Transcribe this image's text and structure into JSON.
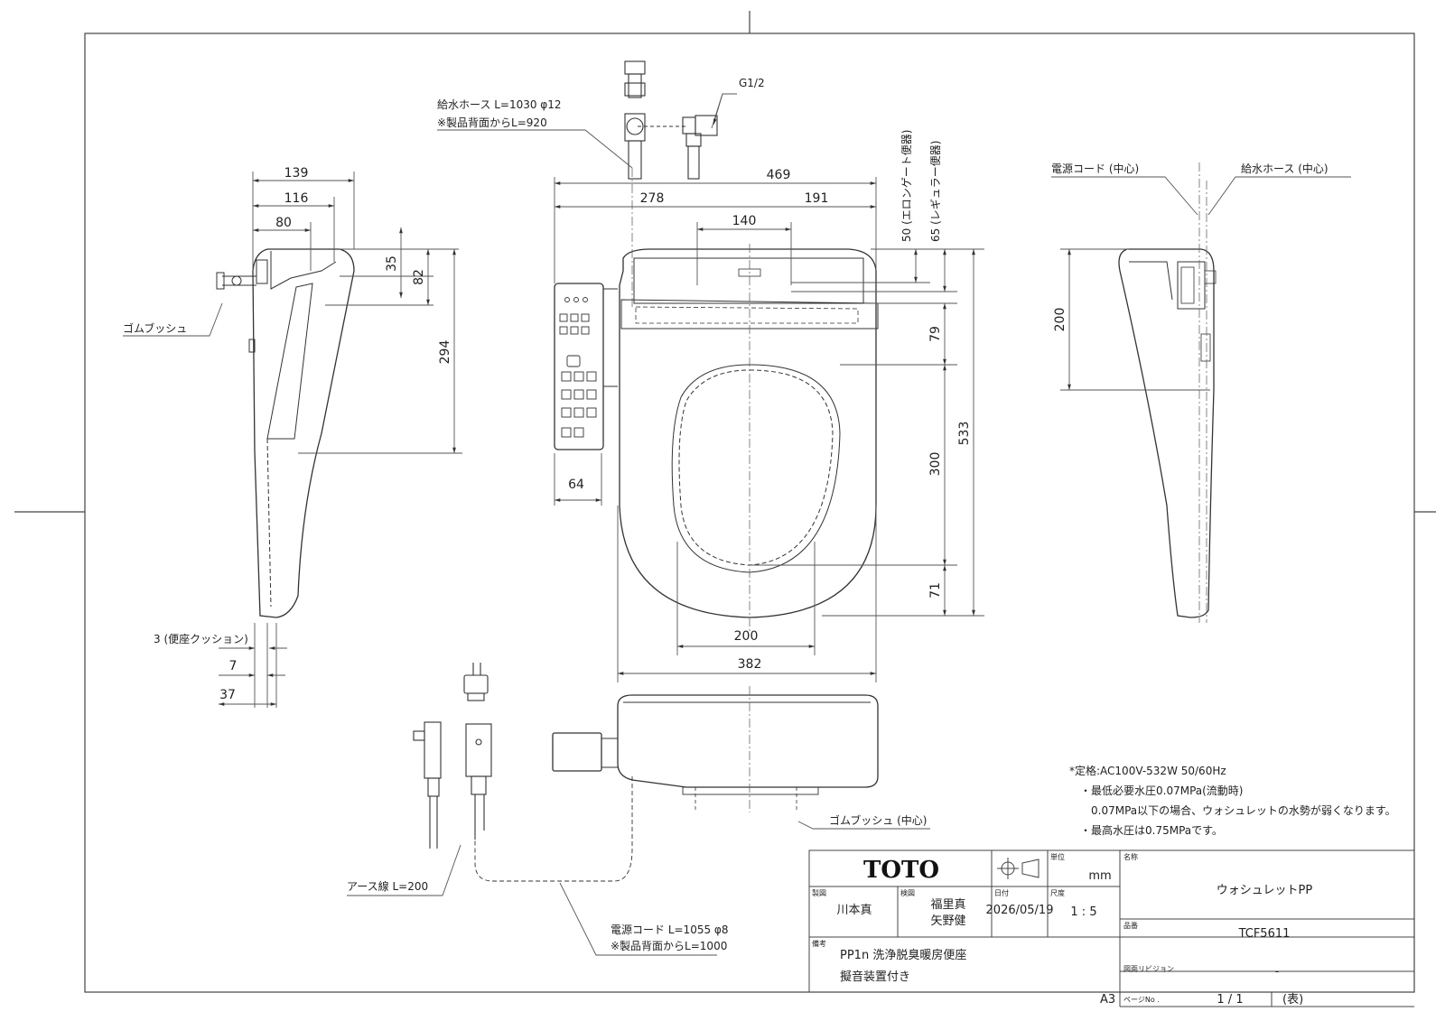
{
  "dims": {
    "side_left": {
      "d139": "139",
      "d116": "116",
      "d80": "80",
      "d35": "35",
      "d82": "82",
      "d294": "294",
      "d3": "3",
      "d7": "7",
      "d37": "37"
    },
    "front": {
      "d469": "469",
      "d278": "278",
      "d191": "191",
      "d140": "140",
      "d64": "64",
      "d200": "200",
      "d382": "382"
    },
    "vertical": {
      "d50": "50",
      "d65": "65",
      "d79": "79",
      "d300": "300",
      "d533": "533",
      "d71": "71"
    },
    "side_right": {
      "d200": "200"
    }
  },
  "labels": {
    "supply_hose": "給水ホース L=1030 φ12",
    "supply_hose_note": "※製品背面からL=920",
    "g12": "G1/2",
    "rubber_bush": "ゴムブッシュ",
    "seat_cushion": "3 (便座クッション)",
    "elongated_toilet": "50 (エロンゲート便器)",
    "regular_toilet": "65 (レギュラー便器)",
    "power_cord_center": "電源コード (中心)",
    "supply_hose_center": "給水ホース (中心)",
    "rubber_bush_center": "ゴムブッシュ (中心)",
    "earth_wire": "アース線 L=200",
    "power_cord": "電源コード L=1055 φ8",
    "power_cord_note": "※製品背面からL=1000"
  },
  "notes": [
    "*定格:AC100V-532W 50/60Hz",
    "・最低必要水圧0.07MPa(流動時)",
    "0.07MPa以下の場合、ウォシュレットの水勢が弱くなります。",
    "・最高水圧は0.75MPaです。"
  ],
  "title_block": {
    "logo": "TOTO",
    "unit_label": "単位",
    "unit": "mm",
    "name_label": "名称",
    "name": "ウォシュレットPP",
    "drawn_label": "製図",
    "drawn_by": "川本真",
    "checked_label": "検図",
    "checked_by_1": "福里真",
    "checked_by_2": "矢野健",
    "date_label": "日付",
    "date": "2026/05/19",
    "scale_label": "尺度",
    "scale": "1 : 5",
    "part_label": "品番",
    "part": "TCF5611",
    "remarks_label": "備考",
    "remarks_1": "PP1n 洗浄脱臭暖房便座",
    "remarks_2": "擬音装置付き",
    "revision_label": "図面リビジョン",
    "revision": "-",
    "page_label": "ページNo .",
    "page": "1 / 1",
    "page_suffix": "(表)",
    "sheet_size": "A3"
  }
}
